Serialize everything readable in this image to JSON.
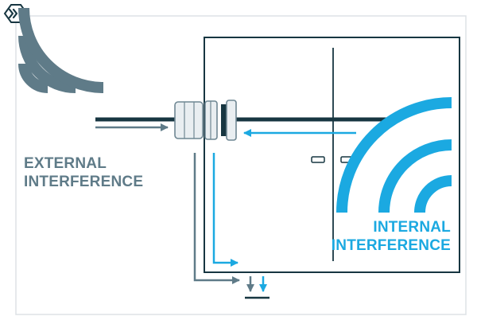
{
  "labels": {
    "external_line1": "EXTERNAL",
    "external_line2": "INTERFERENCE",
    "internal_line1": "INTERNAL",
    "internal_line2": "INTERFERENCE"
  },
  "icons": {
    "corner": "double-chevron-right-icon",
    "external_source": "external-wave-icon",
    "internal_source": "internal-wave-icon",
    "ground": "ground-icon"
  },
  "colors": {
    "external": "#5f7b88",
    "internal": "#1ba9e1",
    "cabinet": "#173641",
    "cable": "#173641",
    "frame": "#dde2e5",
    "gland_fill": "#e9eef1",
    "gland_stroke": "#6f8793"
  }
}
